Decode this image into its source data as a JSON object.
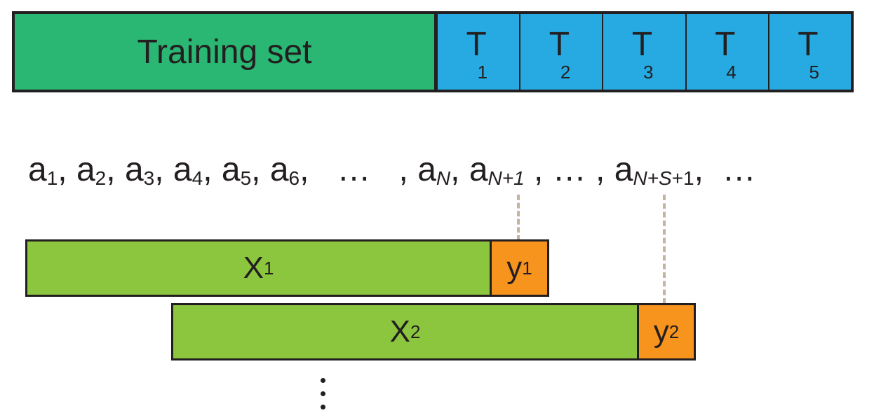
{
  "split_bar": {
    "training_label": "Training set",
    "tests": [
      {
        "letter": "T",
        "index": "1"
      },
      {
        "letter": "T",
        "index": "2"
      },
      {
        "letter": "T",
        "index": "3"
      },
      {
        "letter": "T",
        "index": "4"
      },
      {
        "letter": "T",
        "index": "5"
      }
    ]
  },
  "sequence": {
    "a": "a",
    "s1": "1",
    "s2": "2",
    "s3": "3",
    "s4": "4",
    "s5": "5",
    "s6": "6",
    "sN": "N",
    "sN1": "N+1",
    "sNS_italic": "N+S",
    "sNS_tail": "+1",
    "sep": ",",
    "dots": "…"
  },
  "windows": [
    {
      "x_letter": "X",
      "x_index": "1",
      "y_letter": "y",
      "y_index": "1"
    },
    {
      "x_letter": "X",
      "x_index": "2",
      "y_letter": "y",
      "y_index": "2"
    }
  ],
  "colors": {
    "training": "#2ab673",
    "test": "#27aae1",
    "input_window": "#8cc63f",
    "target": "#f7941e",
    "dashed_guide": "#c2b59b",
    "outline": "#231f20"
  }
}
